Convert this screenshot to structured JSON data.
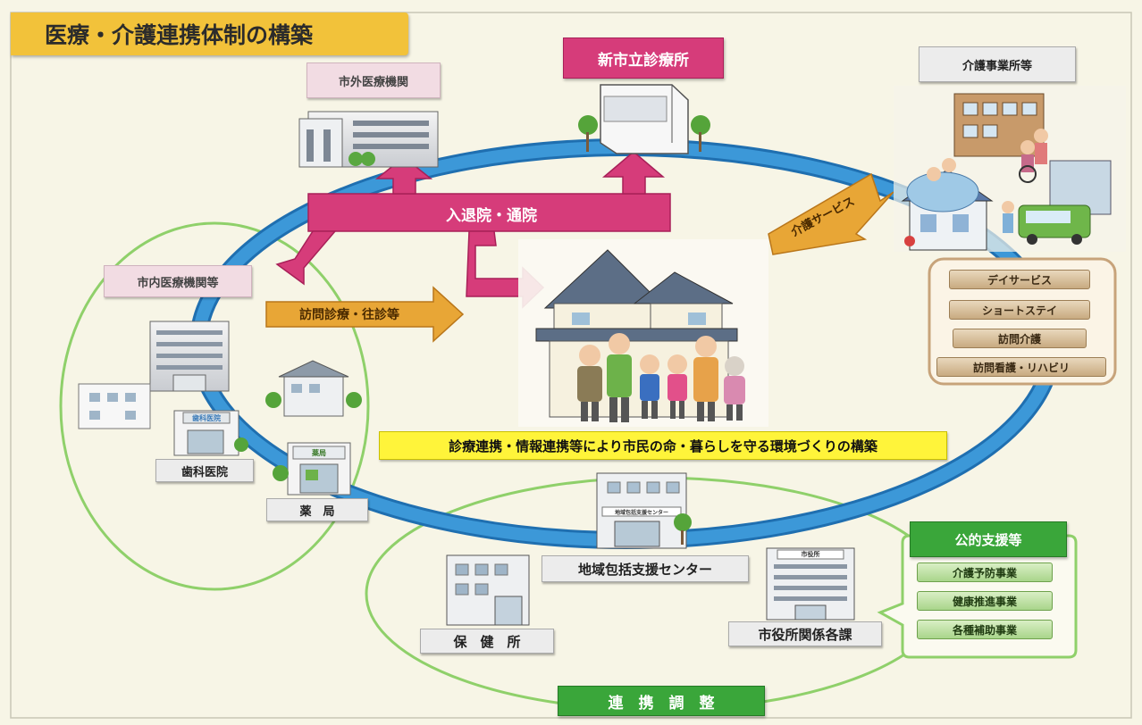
{
  "title": "医療・介護連携体制の構築",
  "nodes": {
    "outside_medical": "市外医療機関",
    "new_clinic": "新市立診療所",
    "care_offices": "介護事業所等",
    "city_medical": "市内医療機関等",
    "dental": "歯科医院",
    "pharmacy": "薬　局",
    "community_center": "地域包括支援センター",
    "health_center": "保　健　所",
    "city_hall": "市役所関係各課",
    "public_support": "公的支援等"
  },
  "arrows": {
    "admission": "入退院・通院",
    "home_visit": "訪問診療・往診等",
    "care_service": "介護サービス"
  },
  "care_services": [
    "デイサービス",
    "ショートステイ",
    "訪問介護",
    "訪問看護・リハビリ"
  ],
  "public_services": [
    "介護予防事業",
    "健康推進事業",
    "各種補助事業"
  ],
  "banner": "診療連携・情報連携等により市民の命・暮らしを守る環境づくりの構築",
  "coordination": "連　携　調　整",
  "building_signs": {
    "dental_sign": "歯科医院",
    "pharmacy_sign": "薬局",
    "center_sign": "地域包括支援センター",
    "cityhall_sign": "市役所"
  },
  "colors": {
    "title_bg": "#f2c23a",
    "ring": "#2e86c8",
    "arrow_pink": "#d63c7a",
    "arrow_orange": "#e59b2a",
    "banner": "#fff43a",
    "green": "#3aa63a"
  }
}
